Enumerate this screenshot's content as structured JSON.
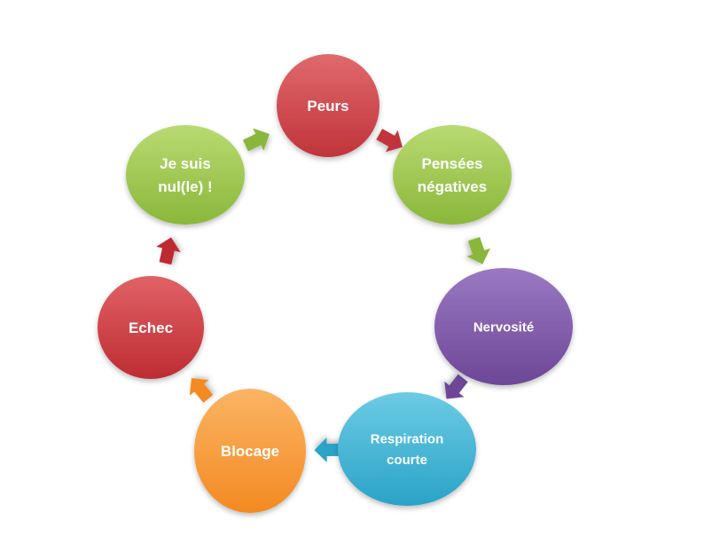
{
  "nodes": [
    {
      "id": "peurs",
      "lines": [
        "Peurs"
      ],
      "color": "#c0343a",
      "color_light": "#e0696d"
    },
    {
      "id": "pensees",
      "lines": [
        "Pensées",
        "négatives"
      ],
      "color": "#8ab73a",
      "color_light": "#b9da72"
    },
    {
      "id": "nervosite",
      "lines": [
        "Nervosité"
      ],
      "color": "#6d4797",
      "color_light": "#9a78c2"
    },
    {
      "id": "respiration",
      "lines": [
        "Respiration",
        "courte"
      ],
      "color": "#2aa3c7",
      "color_light": "#6ccbe4"
    },
    {
      "id": "blocage",
      "lines": [
        "Blocage"
      ],
      "color": "#f38a22",
      "color_light": "#fbb464"
    },
    {
      "id": "echec",
      "lines": [
        "Echec"
      ],
      "color": "#be2c32",
      "color_light": "#e06266"
    },
    {
      "id": "je-suis-nul",
      "lines": [
        "Je suis",
        "nul(le) !"
      ],
      "color": "#8ab73a",
      "color_light": "#b9da72"
    }
  ],
  "arrows": [
    {
      "from": "peurs",
      "to": "pensees",
      "color": "#c0343a"
    },
    {
      "from": "pensees",
      "to": "nervosite",
      "color": "#8ab73a"
    },
    {
      "from": "nervosite",
      "to": "respiration",
      "color": "#6d4797"
    },
    {
      "from": "respiration",
      "to": "blocage",
      "color": "#2aa3c7"
    },
    {
      "from": "blocage",
      "to": "echec",
      "color": "#f38a22"
    },
    {
      "from": "echec",
      "to": "je-suis-nul",
      "color": "#be2c32"
    },
    {
      "from": "je-suis-nul",
      "to": "peurs",
      "color": "#8ab73a"
    }
  ]
}
